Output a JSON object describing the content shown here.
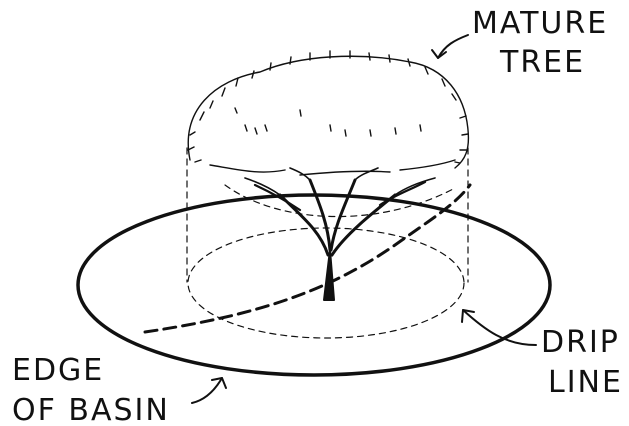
{
  "labels": {
    "mature_tree": [
      "MATURE",
      "TREE"
    ],
    "drip_line": [
      "DRIP",
      "LINE"
    ],
    "edge_of_basin": [
      "EDGE",
      "OF BASIN"
    ]
  },
  "colors": {
    "ink": "#111111",
    "background": "#ffffff"
  }
}
